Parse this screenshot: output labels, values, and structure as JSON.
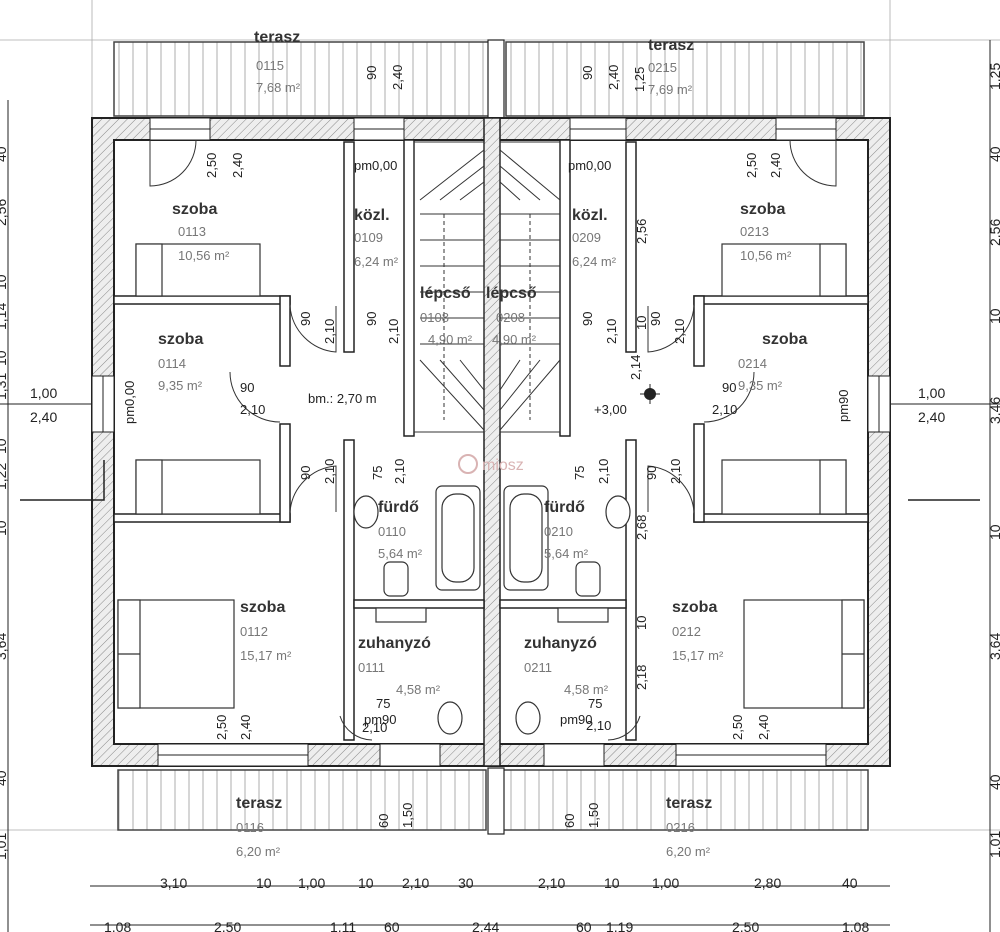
{
  "rooms": [
    {
      "key": "r0115",
      "name": "terasz",
      "id": "0115",
      "area": "7,68 m²"
    },
    {
      "key": "r0215",
      "name": "terasz",
      "id": "0215",
      "area": "7,69 m²"
    },
    {
      "key": "r0113",
      "name": "szoba",
      "id": "0113",
      "area": "10,56 m²"
    },
    {
      "key": "r0213",
      "name": "szoba",
      "id": "0213",
      "area": "10,56 m²"
    },
    {
      "key": "r0109",
      "name": "közl.",
      "id": "0109",
      "area": "6,24 m²"
    },
    {
      "key": "r0209",
      "name": "közl.",
      "id": "0209",
      "area": "6,24 m²"
    },
    {
      "key": "r0108",
      "name": "lépcső",
      "id": "0108",
      "area": "4,90 m²"
    },
    {
      "key": "r0208",
      "name": "lépcső",
      "id": "0208",
      "area": "4,90 m²"
    },
    {
      "key": "r0114",
      "name": "szoba",
      "id": "0114",
      "area": "9,35 m²"
    },
    {
      "key": "r0214",
      "name": "szoba",
      "id": "0214",
      "area": "9,35 m²"
    },
    {
      "key": "r0110",
      "name": "fürdő",
      "id": "0110",
      "area": "5,64 m²"
    },
    {
      "key": "r0210",
      "name": "fürdő",
      "id": "0210",
      "area": "5,64 m²"
    },
    {
      "key": "r0112",
      "name": "szoba",
      "id": "0112",
      "area": "15,17 m²"
    },
    {
      "key": "r0212",
      "name": "szoba",
      "id": "0212",
      "area": "15,17 m²"
    },
    {
      "key": "r0111",
      "name": "zuhanyzó",
      "id": "0111",
      "area": "4,58 m²"
    },
    {
      "key": "r0211",
      "name": "zuhanyzó",
      "id": "0211",
      "area": "4,58 m²"
    },
    {
      "key": "r0116",
      "name": "terasz",
      "id": "0116",
      "area": "6,20 m²"
    },
    {
      "key": "r0216",
      "name": "terasz",
      "id": "0216",
      "area": "6,20 m²"
    }
  ],
  "annotations": {
    "pm_top_left": "pm0,00",
    "pm_top_right": "pm0,00",
    "pm_left_wall": "pm0,00",
    "pm_right_wall": "pm90",
    "pm_bottom_left": "pm90",
    "pm_bottom_right": "pm90",
    "ceiling_height": "bm.: 2,70 m",
    "level": "+3,00",
    "level_small": "2,14"
  },
  "openings": {
    "w_width": "90",
    "w_height": "2,40",
    "d_width": "90",
    "d_height": "2,10",
    "d_small": "75",
    "door_left_w": "1,00",
    "door_left_h": "2,40",
    "balcony_h": "2,50",
    "sill_60": "60",
    "sill_150": "1,50",
    "right_125": "1,25"
  },
  "dimensions": {
    "chain1": [
      "3,10",
      "10",
      "1,00",
      "10",
      "2,10",
      "30",
      "2,10",
      "10",
      "1,00",
      "2,80",
      "40"
    ],
    "chain2": [
      "1,08",
      "2,50",
      "1,11",
      "60",
      "2,44",
      "60",
      "1,19",
      "2,50",
      "1,08"
    ],
    "left_side": [
      "1,01",
      "40",
      "3,64",
      "10",
      "1,22",
      "10",
      "1,31",
      "10",
      "1,14",
      "10",
      "2,56",
      "40"
    ],
    "right_side": [
      "1,25",
      "40",
      "2,56",
      "10",
      "3,46",
      "10",
      "3,64",
      "40",
      "1,01"
    ],
    "inner_right": [
      "2,56",
      "10",
      "2,68",
      "10",
      "2,18"
    ]
  },
  "watermark": "miosz"
}
